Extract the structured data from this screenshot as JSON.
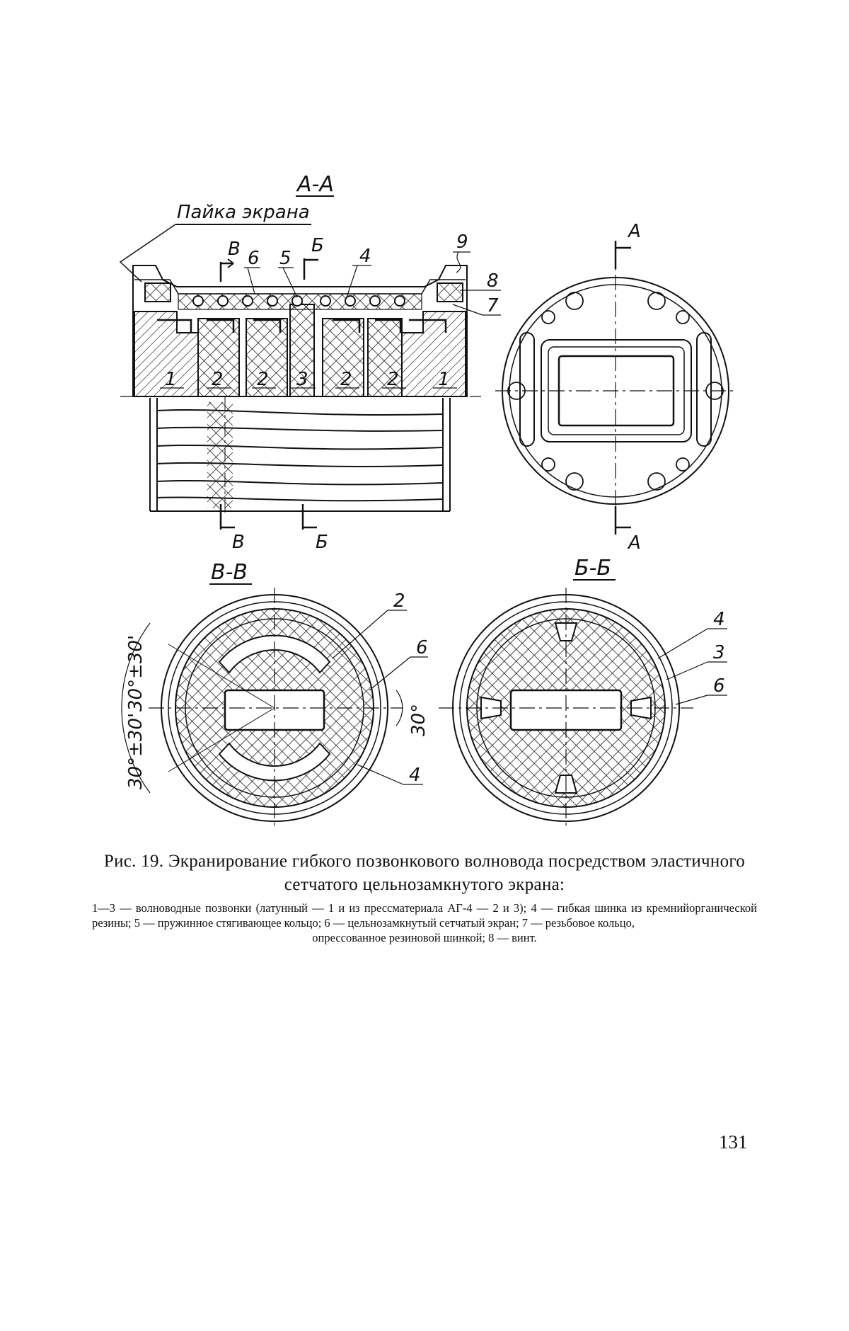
{
  "figure": {
    "section_aa": {
      "title": "А-А",
      "solder_note": "Пайка экрана",
      "cut_a": "А",
      "cut_b": "Б",
      "cut_v": "В",
      "callouts": [
        "1",
        "2",
        "2",
        "3",
        "2",
        "2",
        "1",
        "4",
        "5",
        "6",
        "7",
        "8",
        "9"
      ]
    },
    "section_vv": {
      "title": "В-В",
      "callouts": [
        "2",
        "6",
        "4"
      ],
      "angle_upper": "30°±30'",
      "angle_lower": "30°±30'",
      "angle_right": "30°"
    },
    "section_bb": {
      "title": "Б-Б",
      "callouts": [
        "4",
        "3",
        "6"
      ]
    }
  },
  "caption": {
    "title": "Рис. 19. Экранирование гибкого позвонкового волновода посредством эластичного сетчатого цельнозамкнутого экрана:",
    "legend": "1—3 — волноводные позвонки (латунный — 1 и из прессматериала АГ-4 — 2 и 3); 4 — гибкая шинка из кремнийорганической резины; 5 — пружинное стягивающее кольцо; 6 — цельнозамкнутый сетчатый экран; 7 — резьбовое кольцо,",
    "legend_last": "опрессованное резиновой шинкой; 8 — винт."
  },
  "page_number": "131"
}
